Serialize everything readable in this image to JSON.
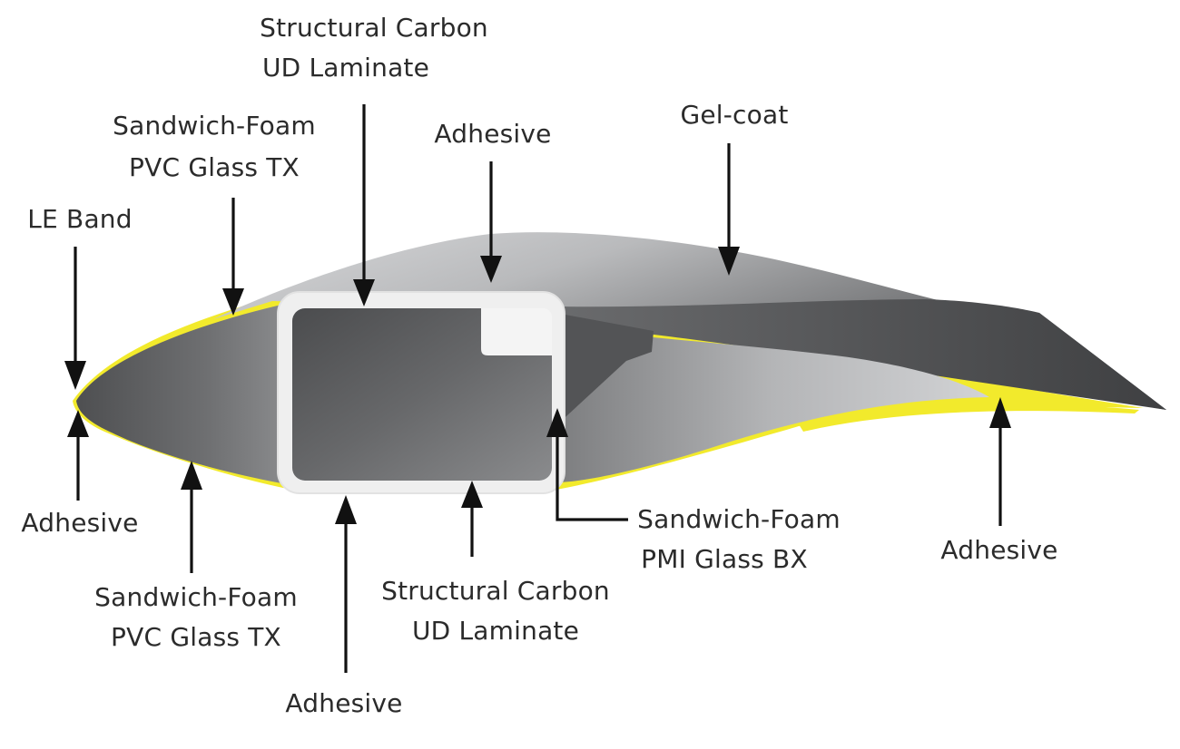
{
  "labels": {
    "structural_carbon_top_line1": "Structural Carbon",
    "structural_carbon_top_line2": "UD Laminate",
    "sandwich_pvc_top_line1": "Sandwich-Foam",
    "sandwich_pvc_top_line2": "PVC Glass TX",
    "adhesive_top": "Adhesive",
    "gel_coat": "Gel-coat",
    "le_band": "LE Band",
    "adhesive_left": "Adhesive",
    "sandwich_pvc_bottom_line1": "Sandwich-Foam",
    "sandwich_pvc_bottom_line2": "PVC Glass TX",
    "adhesive_bottom": "Adhesive",
    "structural_carbon_bottom_line1": "Structural Carbon",
    "structural_carbon_bottom_line2": "UD Laminate",
    "sandwich_pmi_line1": "Sandwich-Foam",
    "sandwich_pmi_line2": "PMI Glass BX",
    "adhesive_right": "Adhesive"
  },
  "colors": {
    "shell_dark": "#4a4b4d",
    "shell_mid": "#8a8b8d",
    "shell_light": "#c4c5c7",
    "adhesive_yellow": "#f2ea2c",
    "spar_box": "#efefef",
    "text": "#2b2b2b",
    "arrow": "#111111"
  }
}
